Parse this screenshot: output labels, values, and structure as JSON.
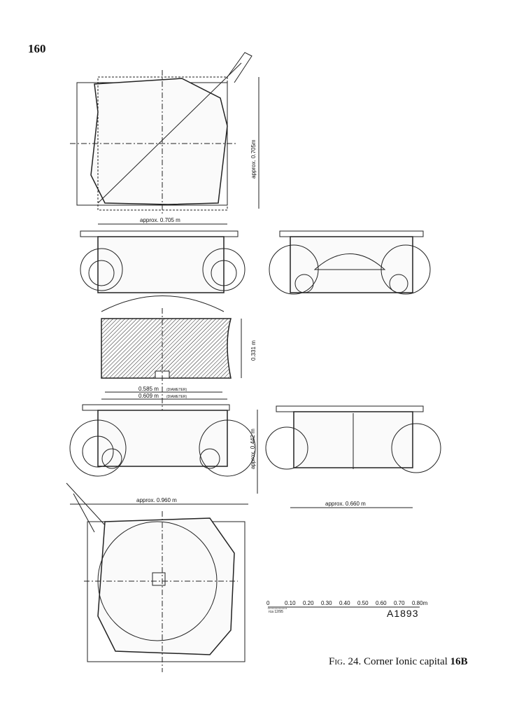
{
  "page_number": "160",
  "figure": {
    "caption_prefix": "Fig. 24.",
    "caption_text": "Corner Ionic capital",
    "caption_bold": "16B"
  },
  "dimensions": {
    "top_height": "approx. 0.705m",
    "top_width": "approx. 0.705 m",
    "section_height": "0.331 m",
    "diameter_lower": "0.585 m",
    "diameter_upper": "0.609 m",
    "diameter_note": "(DIAMETER)",
    "elevation_height": "approx. 0.442 m",
    "elevation_width": "approx. 0.960 m",
    "side_width": "approx. 0.660 m"
  },
  "scale_bar": {
    "ticks": [
      "0",
      "0.10",
      "0.20",
      "0.30",
      "0.40",
      "0.50",
      "0.60",
      "0.70",
      "0.80m"
    ],
    "signature": "rca 12/95",
    "inventory": "A1893"
  }
}
